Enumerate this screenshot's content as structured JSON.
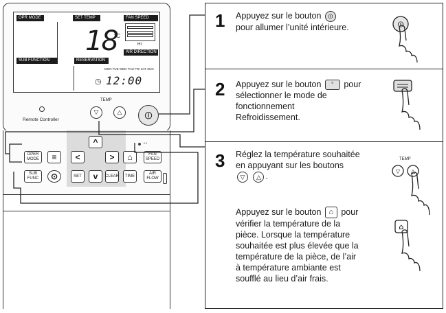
{
  "remote": {
    "lcd": {
      "operation_mode_tag": "OPR MODE",
      "set_temp_tag": "SET TEMP",
      "fan_speed_tag": "FAN SPEED",
      "sub_function_tag": "SUB FUNCTION",
      "reservation_tag": "RESERVATION",
      "set_temperature": "18",
      "temperature_unit": "°C",
      "clock": "12:00",
      "air_direction_tag": "AIR DIRECTION",
      "fan_tag": "HI",
      "day_row": "MON TUE WED THU FRI SAT SUN"
    },
    "controller_label": "Remote Controller",
    "temp_label": "TEMP",
    "keys": {
      "opr_mode": "OPER MODE",
      "fan_speed": "FAN SPEED",
      "sub_func": "SUB FUNC",
      "set": "SET",
      "cancel": "CLEAR",
      "time": "TIME",
      "air_flow": "AIR FLOW",
      "home_icon": "home-icon"
    }
  },
  "steps": [
    {
      "number": "1",
      "text_before": "Appuyez sur le bouton",
      "text_after": "pour allumer l’unité intérieure."
    },
    {
      "number": "2",
      "text_before": "Appuyez sur le bouton",
      "text_mid": "pour",
      "line2": "sélectionner le mode de",
      "line3": "fonctionnement",
      "line4": "Refroidissement."
    },
    {
      "number": "3",
      "line1": "Réglez la température souhaitée",
      "line2": "en appuyant sur les boutons",
      "line3_suffix": ".",
      "temp_label": "TEMP",
      "para2_before": "Appuyez sur le bouton",
      "para2_after": "pour",
      "para2_line2": "vérifier la température de la",
      "para2_line3": "pièce. Lorsque la température",
      "para2_line4": "souhaitée est plus élevée que la",
      "para2_line5": "température de la pièce, de l’air",
      "para2_line6": "à température ambiante est",
      "para2_line7": "soufflé au lieu d’air frais."
    }
  ],
  "colors": {
    "outline": "#333333",
    "keypad_bg": "#dcdcdc",
    "lcd_tag_bg": "#1c1c1c",
    "button_fill": "#e0e0e0"
  }
}
